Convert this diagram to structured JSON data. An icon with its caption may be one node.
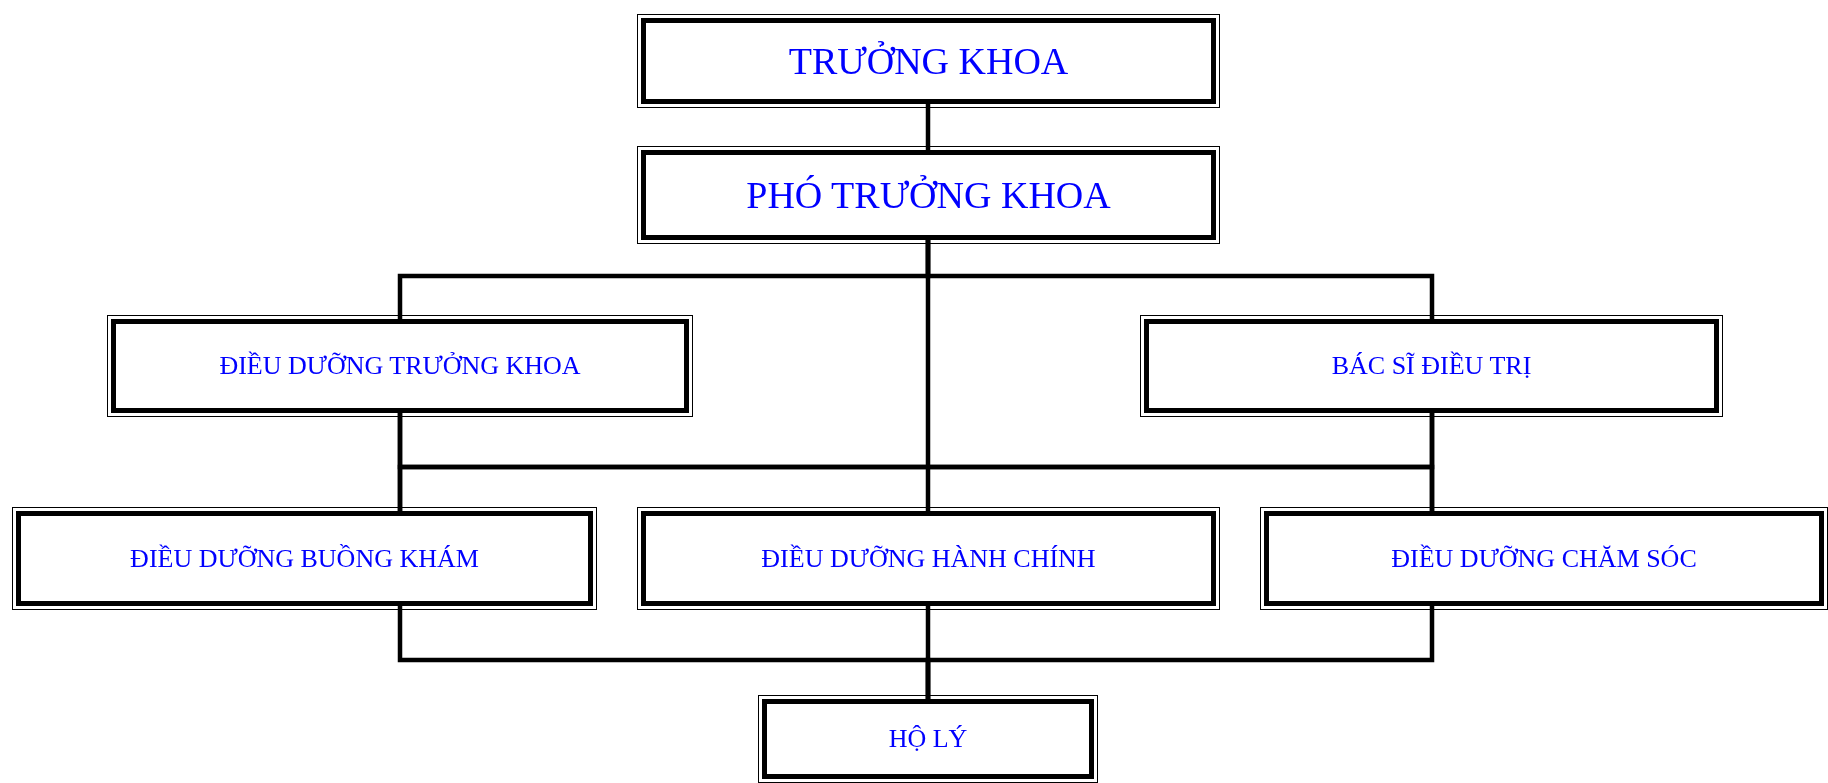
{
  "diagram": {
    "nodes": [
      {
        "text": [
          "TRƯỞNG KHOA"
        ]
      },
      {
        "text": [
          "PHÓ TRƯỞNG KHOA"
        ]
      },
      {
        "text": [
          "ĐIỀU DƯỠNG TRƯỞNG KHOA"
        ]
      },
      {
        "text": [
          "BÁC SĨ ĐIỀU TRỊ"
        ]
      },
      {
        "text": [
          "ĐIỀU DƯỠNG BUỒNG KHÁM"
        ]
      },
      {
        "text": [
          "ĐIỀU DƯỠNG HÀNH CHÍNH"
        ]
      },
      {
        "text": [
          "ĐIỀU DƯỠNG CHĂM SÓC"
        ]
      },
      {
        "text": [
          "HỘ LÝ"
        ]
      }
    ],
    "edges": [
      {
        "from": 0,
        "to": 1,
        "arrow": "none"
      },
      {
        "from": 1,
        "to": 2,
        "arrow": "none"
      },
      {
        "from": 1,
        "to": 3,
        "arrow": "none"
      },
      {
        "from": 1,
        "to": 5,
        "arrow": "none"
      },
      {
        "from": 2,
        "to": 4,
        "arrow": "none"
      },
      {
        "from": 2,
        "to": 6,
        "arrow": "none"
      },
      {
        "from": 3,
        "to": 4,
        "arrow": "none"
      },
      {
        "from": 3,
        "to": 6,
        "arrow": "none"
      },
      {
        "from": 4,
        "to": 7,
        "arrow": "none"
      },
      {
        "from": 5,
        "to": 7,
        "arrow": "none"
      },
      {
        "from": 6,
        "to": 7,
        "arrow": "none"
      }
    ]
  }
}
